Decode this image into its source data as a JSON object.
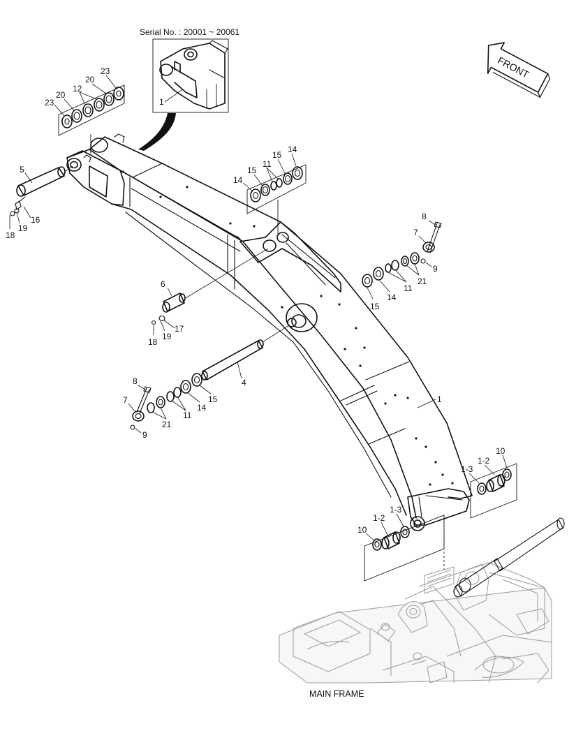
{
  "inset": {
    "serial_caption": "Serial No. : 20001 ~ 20061",
    "callout": "1"
  },
  "direction_arrow": {
    "label": "FRONT"
  },
  "frame_caption": "MAIN FRAME",
  "callouts": {
    "top_washers": [
      "23",
      "20",
      "12",
      "20",
      "23"
    ],
    "upper_washers": [
      "14",
      "15",
      "11",
      "15",
      "14"
    ],
    "pin5": "5",
    "pin5_16": "16",
    "pin5_19": "19",
    "pin5_18": "18",
    "pin6": "6",
    "pin6_17": "17",
    "pin6_19": "19",
    "pin6_18": "18",
    "right_8": "8",
    "right_7": "7",
    "right_9": "9",
    "right_21": "21",
    "right_11": "11",
    "right_14": "14",
    "right_15": "15",
    "left_8": "8",
    "left_7": "7",
    "left_9": "9",
    "left_21": "21",
    "left_11": "11",
    "left_14": "14",
    "left_15": "15",
    "pin4": "4",
    "boom": "1",
    "foot_right": [
      "10",
      "1-2",
      "1-3"
    ],
    "foot_left": [
      "10",
      "1-2",
      "1-3"
    ]
  }
}
